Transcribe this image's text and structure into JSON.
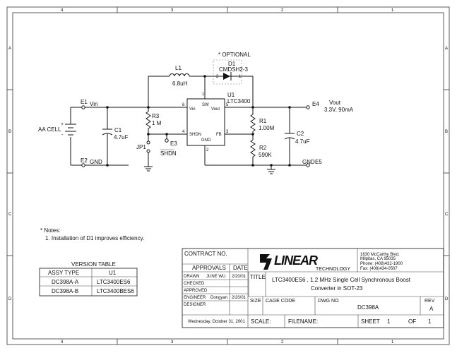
{
  "frame": {
    "cols": [
      "4",
      "3",
      "2",
      "1"
    ],
    "rows": [
      "A",
      "B",
      "C",
      "D"
    ]
  },
  "schematic": {
    "input": {
      "ref": "E1",
      "net": "Vin",
      "battery": "AA CELL",
      "plus": "+",
      "minus": "-"
    },
    "gnd_in": {
      "ref": "E2",
      "net": "GND"
    },
    "L1": {
      "ref": "L1",
      "value": "6.8uH"
    },
    "D1": {
      "optional": "* OPTIONAL",
      "ref": "D1",
      "part": "CMDSH2-3",
      "pin1": "1",
      "pin2": "2"
    },
    "U1": {
      "ref": "U1",
      "part": "LTC3400",
      "pins": {
        "sw": "SW",
        "vin": "Vin",
        "vout": "Vout",
        "shdn": "SHDN",
        "fb": "FB",
        "gnd": "GND"
      },
      "pin_numbers": {
        "sw": "1",
        "vin": "6",
        "vout": "5",
        "shdn": "4",
        "fb": "3",
        "gnd": "2"
      }
    },
    "C1": {
      "ref": "C1",
      "value": "4.7uF"
    },
    "R3": {
      "ref": "R3",
      "value": "1 M"
    },
    "JP1": {
      "ref": "JP1"
    },
    "E3": {
      "ref": "E3",
      "net": "SHDN"
    },
    "R1": {
      "ref": "R1",
      "value": "1.00M"
    },
    "R2": {
      "ref": "R2",
      "value": "590K"
    },
    "C2": {
      "ref": "C2",
      "value": "4.7uF"
    },
    "output": {
      "ref": "E4",
      "net": "Vout",
      "spec": "3.3V, 90mA"
    },
    "gnd_out": {
      "ref": "E5",
      "net": "GND"
    }
  },
  "notes": {
    "title": "* Notes:",
    "items": [
      "1. Installation of D1 improves efficiency."
    ]
  },
  "version_table": {
    "title": "VERSION TABLE",
    "headers": [
      "ASSY TYPE",
      "U1"
    ],
    "rows": [
      [
        "DC398A-A",
        "LTC3400ES6"
      ],
      [
        "DC398A-B",
        "LTC3400BES6"
      ]
    ]
  },
  "title_block": {
    "contract_no": "CONTRACT NO.",
    "approvals": "APPROVALS",
    "date": "DATE",
    "rows": [
      {
        "label": "DRAWN",
        "name": "JUNE WU",
        "date": "2/20/01"
      },
      {
        "label": "CHECKED",
        "name": "",
        "date": ""
      },
      {
        "label": "APPROVED",
        "name": "",
        "date": ""
      },
      {
        "label": "ENGINEER",
        "name": "Dongyan",
        "date": "2/20/01"
      },
      {
        "label": "DESIGNER",
        "name": "",
        "date": ""
      }
    ],
    "print_date": "Wednesday, October 31, 2001",
    "company": {
      "logo_text": "LINEAR",
      "logo_sub": "TECHNOLOGY",
      "address1": "1630 McCarthy Blvd.",
      "address2": "Milpitas, CA 95035",
      "phone": "Phone: (408)432-1900",
      "fax": "Fax: (408)434-0507"
    },
    "title_label": "TITLE",
    "title_line1": "LTC3400ES6 , 1.2 MHz Single Cell Synchronous Boost",
    "title_line2": "Converter in SOT-23",
    "size_label": "SIZE",
    "cage_label": "CAGE CODE",
    "dwg_label": "DWG NO",
    "dwg_no": "DC398A",
    "rev_label": "REV",
    "rev": "A",
    "scale_label": "SCALE:",
    "filename_label": "FILENAME:",
    "sheet_label": "SHEET",
    "sheet": "1",
    "of_label": "OF",
    "of": "1"
  }
}
